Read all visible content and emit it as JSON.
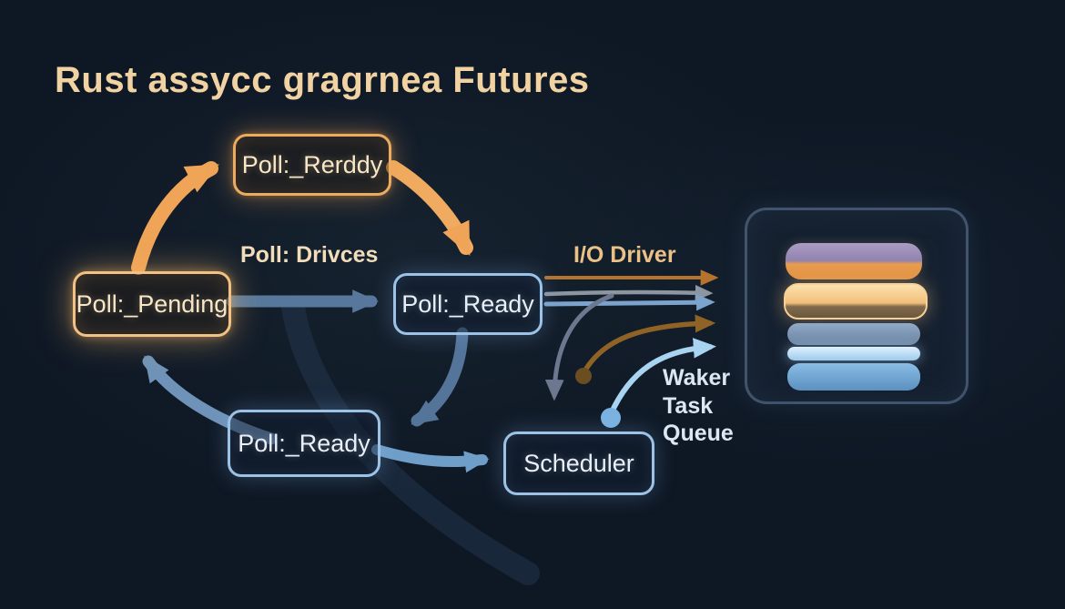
{
  "title": "Rust assycc gragrnea Futures",
  "nodes": {
    "rerddy": {
      "label": "Poll:_Rerddy"
    },
    "pending": {
      "label": "Poll:_Pending"
    },
    "ready_mid": {
      "label": "Poll:_Ready"
    },
    "ready_bottom": {
      "label": "Poll:_Ready"
    },
    "scheduler": {
      "label": "Scheduler"
    }
  },
  "edge_labels": {
    "poll_drives": "Poll: Drivces",
    "io_driver": "I/O Driver",
    "waker_task_queue": "Waker\nTask\nQueue"
  },
  "colors": {
    "background": "#0e1724",
    "title_text": "#f1d2a2",
    "orange_node_border": "#eeab5e",
    "blue_node_border": "#9cc2e6",
    "orange_arrow": "#efa457",
    "steel_arrow": "#57789c",
    "return_arrow": "#6f93b8",
    "scheduler_arrow": "#6f9fc8",
    "thin_orange_arrow": "#b5732e",
    "gray_arrow": "#8d94a2",
    "steel_line_arrow": "#7ba3cc",
    "brown_arrow": "#8f6226",
    "bright_blue_arrow": "#a8d4f2",
    "gray_down_arrow": "#6d7890"
  },
  "stack_icon": {
    "name": "layered-stack-icon",
    "layer_colors": [
      "#a293bd",
      "#f2c985",
      "#7f9cba",
      "#c2e2f8",
      "#74a9d8"
    ]
  }
}
